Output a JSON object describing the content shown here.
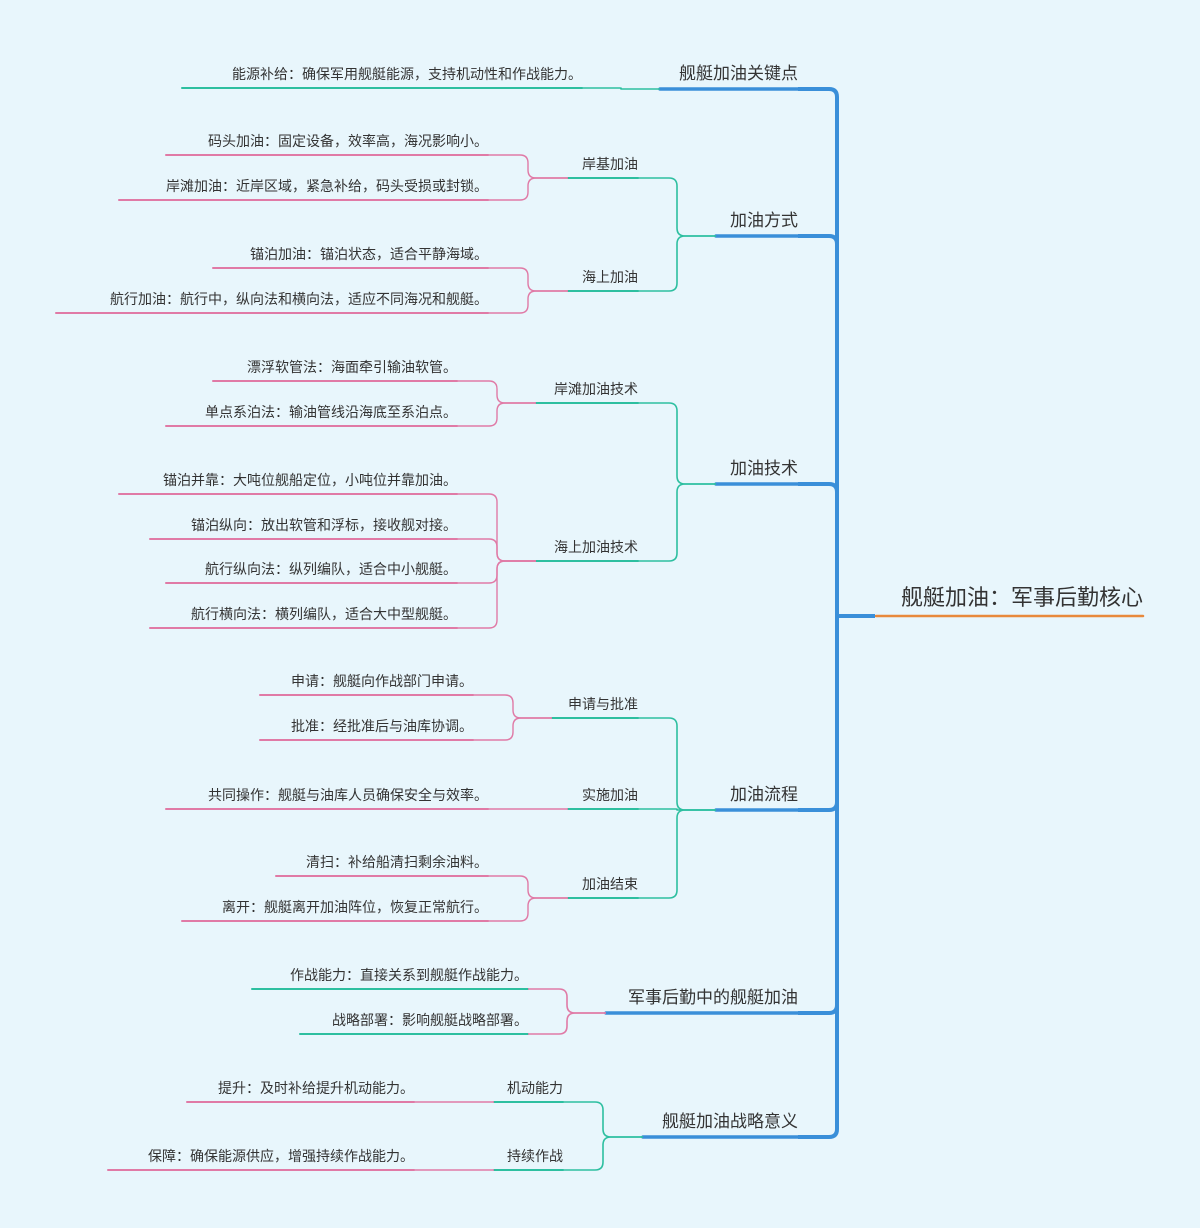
{
  "colors": {
    "background": "#e8f6fc",
    "trunk": "#3a8fd9",
    "root_underline": "#e8893c",
    "teal": "#2dbfa0",
    "pink": "#e07aa6"
  },
  "mindmap": {
    "root": "舰艇加油：军事后勤核心",
    "branches": [
      {
        "label": "舰艇加油关键点",
        "leaves": [
          "能源补给：确保军用舰艇能源，支持机动性和作战能力。"
        ]
      },
      {
        "label": "加油方式",
        "children": [
          {
            "label": "岸基加油",
            "leaves": [
              "码头加油：固定设备，效率高，海况影响小。",
              "岸滩加油：近岸区域，紧急补给，码头受损或封锁。"
            ]
          },
          {
            "label": "海上加油",
            "leaves": [
              "锚泊加油：锚泊状态，适合平静海域。",
              "航行加油：航行中，纵向法和横向法，适应不同海况和舰艇。"
            ]
          }
        ]
      },
      {
        "label": "加油技术",
        "children": [
          {
            "label": "岸滩加油技术",
            "leaves": [
              "漂浮软管法：海面牵引输油软管。",
              "单点系泊法：输油管线沿海底至系泊点。"
            ]
          },
          {
            "label": "海上加油技术",
            "leaves": [
              "锚泊并靠：大吨位舰船定位，小吨位并靠加油。",
              "锚泊纵向：放出软管和浮标，接收舰对接。",
              "航行纵向法：纵列编队，适合中小舰艇。",
              "航行横向法：横列编队，适合大中型舰艇。"
            ]
          }
        ]
      },
      {
        "label": "加油流程",
        "children": [
          {
            "label": "申请与批准",
            "leaves": [
              "申请：舰艇向作战部门申请。",
              "批准：经批准后与油库协调。"
            ]
          },
          {
            "label": "实施加油",
            "leaves": [
              "共同操作：舰艇与油库人员确保安全与效率。"
            ]
          },
          {
            "label": "加油结束",
            "leaves": [
              "清扫：补给船清扫剩余油料。",
              "离开：舰艇离开加油阵位，恢复正常航行。"
            ]
          }
        ]
      },
      {
        "label": "军事后勤中的舰艇加油",
        "leaves": [
          "作战能力：直接关系到舰艇作战能力。",
          "战略部署：影响舰艇战略部署。"
        ]
      },
      {
        "label": "舰艇加油战略意义",
        "children": [
          {
            "label": "机动能力",
            "leaves": [
              "提升：及时补给提升机动能力。"
            ]
          },
          {
            "label": "持续作战",
            "leaves": [
              "保障：确保能源供应，增强持续作战能力。"
            ]
          }
        ]
      }
    ]
  }
}
